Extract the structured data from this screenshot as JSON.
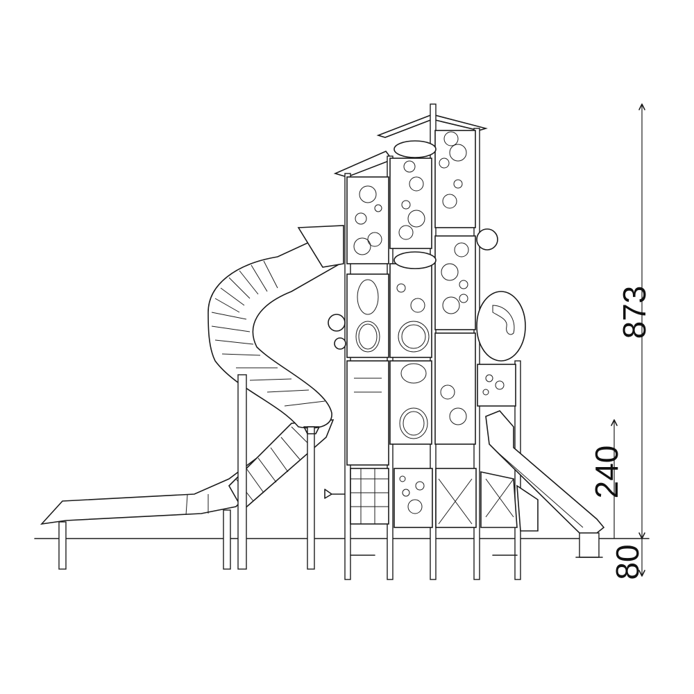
{
  "dimensions": {
    "overall_height": "873",
    "slide_platform_height": "240",
    "foundation_depth": "80"
  },
  "colors": {
    "line": "#1a1a1a",
    "background": "#ffffff"
  }
}
